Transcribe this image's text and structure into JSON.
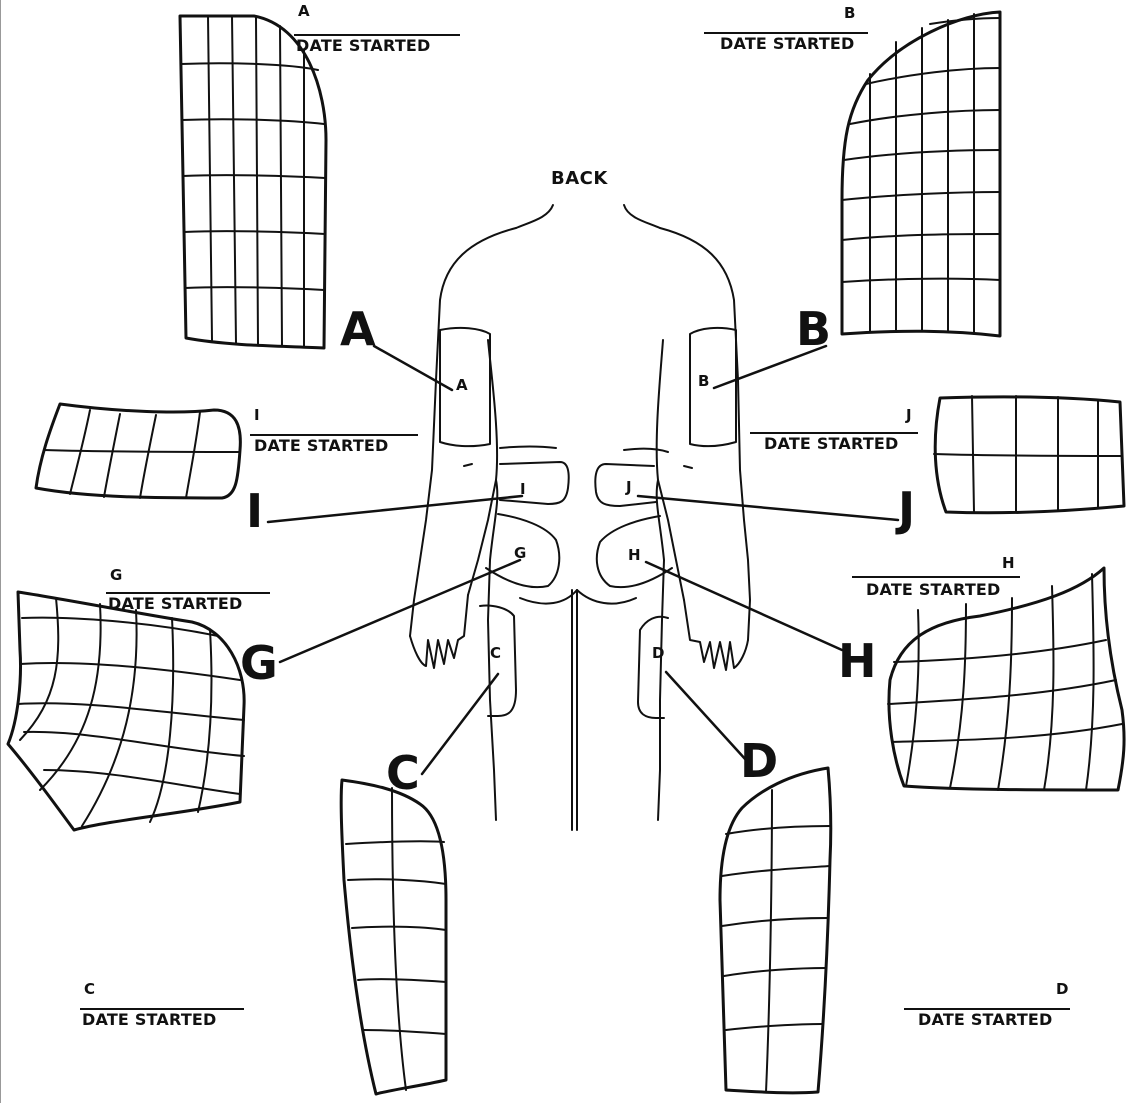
{
  "diagram": {
    "view_title": "BACK",
    "field_label": "DATE STARTED",
    "sites": [
      {
        "id": "A",
        "letter": "A"
      },
      {
        "id": "B",
        "letter": "B"
      },
      {
        "id": "C",
        "letter": "C"
      },
      {
        "id": "D",
        "letter": "D"
      },
      {
        "id": "G",
        "letter": "G"
      },
      {
        "id": "H",
        "letter": "H"
      },
      {
        "id": "I",
        "letter": "I"
      },
      {
        "id": "J",
        "letter": "J"
      }
    ]
  }
}
